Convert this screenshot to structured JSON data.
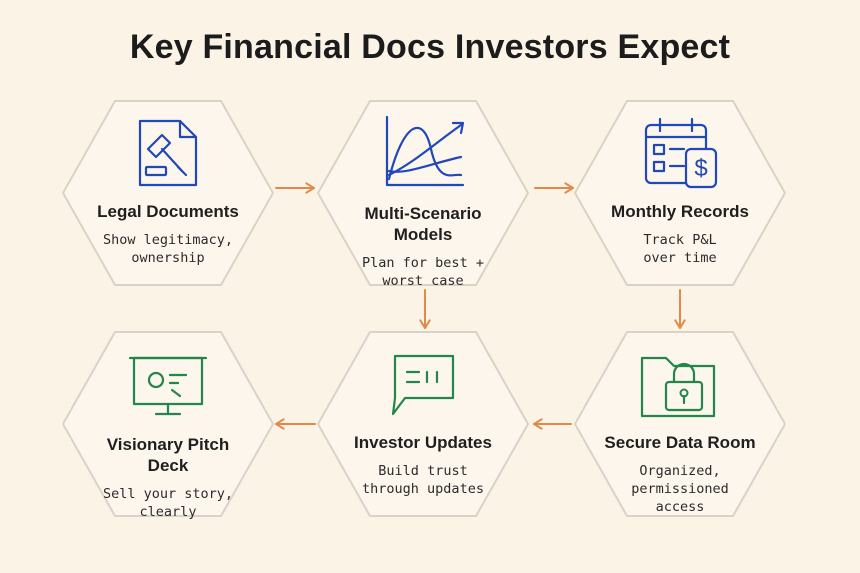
{
  "title": "Key Financial Docs Investors Expect",
  "colors": {
    "background": "#fbf3e6",
    "hex_fill": "#fdf6ec",
    "hex_stroke": "#d9d2c6",
    "arrow": "#e2894a",
    "icon_blue": "#2148b8",
    "icon_green": "#23864a"
  },
  "steps": [
    {
      "title_lines": [
        "Legal Documents"
      ],
      "desc_lines": [
        "Show legitimacy,",
        "ownership"
      ],
      "icon": "legal-document-gavel-icon"
    },
    {
      "title_lines": [
        "Multi-Scenario",
        "Models"
      ],
      "desc_lines": [
        "Plan for best +",
        "worst case"
      ],
      "icon": "scenario-chart-icon"
    },
    {
      "title_lines": [
        "Monthly Records"
      ],
      "desc_lines": [
        "Track P&L",
        "over time"
      ],
      "icon": "calendar-dollar-icon"
    },
    {
      "title_lines": [
        "Secure Data Room"
      ],
      "desc_lines": [
        "Organized,",
        "permissioned",
        "access"
      ],
      "icon": "locked-folder-icon"
    },
    {
      "title_lines": [
        "Investor Updates"
      ],
      "desc_lines": [
        "Build trust",
        "through updates"
      ],
      "icon": "chat-update-icon"
    },
    {
      "title_lines": [
        "Visionary Pitch",
        "Deck"
      ],
      "desc_lines": [
        "Sell your story,",
        "clearly"
      ],
      "icon": "presentation-board-icon"
    }
  ]
}
